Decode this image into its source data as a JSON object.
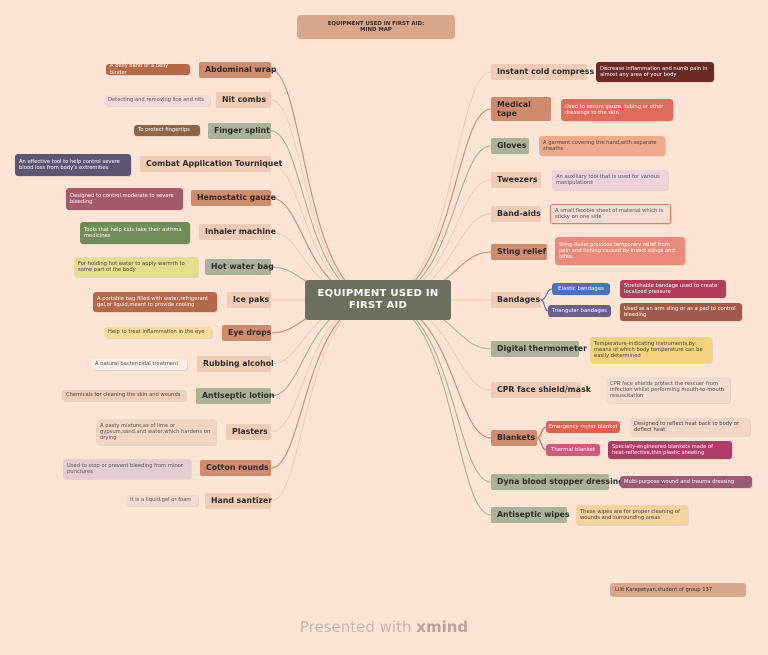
{
  "title": "EQUIPMENT USED IN FIRST AID:\nMIND MAP",
  "center": "EQUIPMENT USED IN\nFIRST AID",
  "credit": "Lilit Karapetyan,student of group 137",
  "footer": {
    "prefix": "Presented with",
    "brand": "xmind"
  },
  "colors": {
    "background": "#fde5d5",
    "center": "#6d705d",
    "beige": "#f0ccb6",
    "sage": "#aab39a",
    "terracotta": "#d08a6c"
  },
  "left": [
    {
      "label": "Abdominal wrap",
      "note": "A belly band or a belly binder"
    },
    {
      "label": "Nit combs",
      "note": "Detecting and removing lice and nits"
    },
    {
      "label": "Finger splint",
      "note": "To protect fingertips"
    },
    {
      "label": "Combat Application Tourniquet",
      "note": "An effective tool to help control severe blood loss from body's extremities"
    },
    {
      "label": "Hemostatic gauze",
      "note": "Designed to control moderate to severe bleeding"
    },
    {
      "label": "Inhaler machine",
      "note": "Tools that help kids take their asthma medicines"
    },
    {
      "label": "Hot water bag",
      "note": "For holding hot water to apply warmth to some part of the body"
    },
    {
      "label": "Ice paks",
      "note": "A portable bag filled with water,refrigerant gel,or liquid,meant to provide cooling"
    },
    {
      "label": "Eye drops",
      "note": "Help to treat inflammation in the eye"
    },
    {
      "label": "Rubbing alcohol",
      "note": "A natural bactericidal treatment"
    },
    {
      "label": "Antiseptic lotion",
      "note": "Chemicals for cleaning the skin and wounds"
    },
    {
      "label": "Plasters",
      "note": "A pasty mixture,as of lime or gypsum,sand,and water,which hardens on drying"
    },
    {
      "label": "Cotton rounds",
      "note": "Used to stop or prevent bleeding from minor punctures"
    },
    {
      "label": "Hand santizer",
      "note": "It is a liquid,gel or foam"
    }
  ],
  "right": [
    {
      "label": "Instant cold compress",
      "note": "Decrease inflammation and numb pain in almost any area of your body"
    },
    {
      "label": "Medical tape",
      "note": "Used to secure gauze, tubing or other dressings to the skin"
    },
    {
      "label": "Gloves",
      "note": "A garment covering the hand,with separate sheaths"
    },
    {
      "label": "Tweezers",
      "note": "An auxiliary tool that is used for various manipulations"
    },
    {
      "label": "Band-aids",
      "note": "A small,flexible sheet of material which is sticky on one side"
    },
    {
      "label": "Sting relief",
      "note": "Sting Relief provides temporary relief from pain and itching caused by insect stings and bites."
    },
    {
      "label": "Bandages",
      "children": [
        {
          "label": "Elastic bandages",
          "note": "Stretchable bandage used to create localized pressure"
        },
        {
          "label": "Triangular bandages",
          "note": "Used as an arm sling or as a pad to control bleeding"
        }
      ]
    },
    {
      "label": "Digital thermometer",
      "note": "Temperature-indicating instruments,by means of which body temperature can be easily determined"
    },
    {
      "label": "CPR face shield/mask",
      "note": "CPR face shields protect the rescuer from infection whilst performing mouth-to-mouth resuscitation"
    },
    {
      "label": "Blankets",
      "children": [
        {
          "label": "Emergency mylar blanket",
          "note": "Designed to reflect heat back to body or deflect heat"
        },
        {
          "label": "Thermal blanket",
          "note": "Specially-engineered blankets made of heat-reflective,thin plastic sheeting"
        }
      ]
    },
    {
      "label": "Dyna blood stopper dressing",
      "note": "Multi-purpose wound and trauma dressing"
    },
    {
      "label": "Antiseptic wipes",
      "note": "These wipes are for proper cleaning of wounds and surrounding areas"
    }
  ]
}
